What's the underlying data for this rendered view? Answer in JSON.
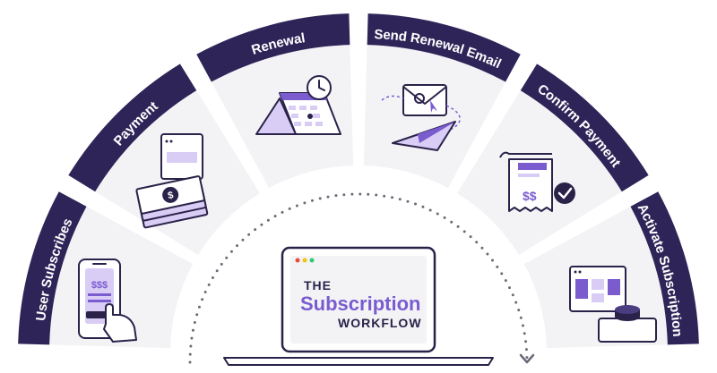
{
  "steps": [
    {
      "label": "User Subscribes",
      "icon": "phone-payment-icon"
    },
    {
      "label": "Payment",
      "icon": "cash-stack-icon"
    },
    {
      "label": "Renewal",
      "icon": "calendar-clock-icon"
    },
    {
      "label": "Send Renewal Email",
      "icon": "email-paper-plane-icon"
    },
    {
      "label": "Confirm Payment",
      "icon": "receipt-check-icon"
    },
    {
      "label": "Activate Subscription",
      "icon": "dashboard-button-icon"
    }
  ],
  "center": {
    "line1": "THE",
    "line2": "Subscription",
    "line3": "WORKFLOW"
  },
  "phone": {
    "price": "$$$"
  },
  "receipt": {
    "price": "$$"
  },
  "colors": {
    "band": "#2e2458",
    "accent": "#7a5ccf",
    "accent_light": "#d9cdf6",
    "sector_bg": "#f3f3f6",
    "outline": "#2a2249"
  }
}
